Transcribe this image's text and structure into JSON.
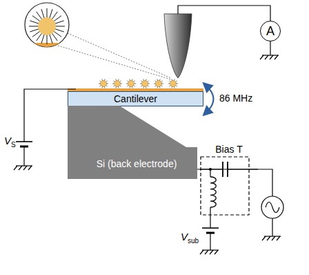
{
  "diagram": {
    "nodes": [
      {
        "text": [
          "A"
        ]
      },
      {
        "text": [
          "Cantilever"
        ]
      },
      {
        "text": [
          "Si (back electrode)"
        ]
      },
      {
        "text": [
          "Bias T"
        ]
      }
    ],
    "edges": [
      {
        "from": 2,
        "to": 3,
        "arrow": "none"
      }
    ],
    "labels": [
      "86 MHz",
      "V",
      "S",
      "V",
      "sub"
    ]
  }
}
